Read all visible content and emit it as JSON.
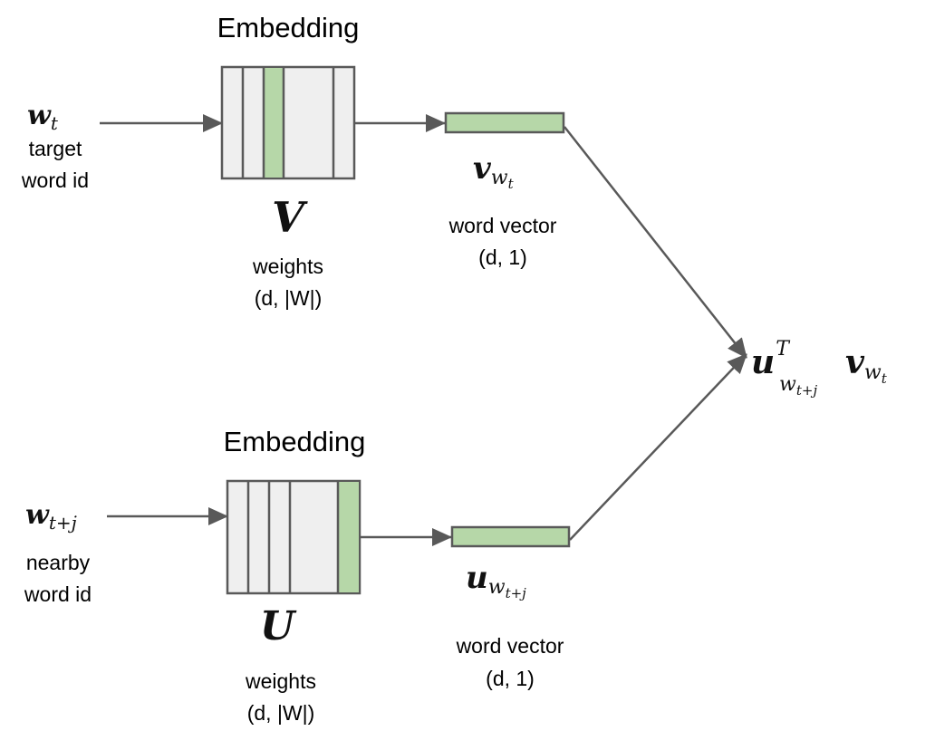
{
  "diagram": {
    "title": "Skip-gram word2vec embedding diagram",
    "colors": {
      "stroke": "#595959",
      "matrix_fill": "#efefef",
      "highlight_fill": "#b6d7a8",
      "text": "#000000"
    },
    "top_branch": {
      "embedding_label": "Embedding",
      "input_symbol": "w",
      "input_subscript": "t",
      "input_caption_line1": "target",
      "input_caption_line2": "word id",
      "matrix_symbol": "V",
      "matrix_caption_line1": "weights",
      "matrix_caption_line2": "(d, |W|)",
      "vector_symbol": "v",
      "vector_subscript_main": "w",
      "vector_subscript_sub": "t",
      "vector_caption_line1": "word vector",
      "vector_caption_line2": "(d, 1)",
      "highlighted_column": 3
    },
    "bottom_branch": {
      "embedding_label": "Embedding",
      "input_symbol": "w",
      "input_subscript": "t+j",
      "input_caption_line1": "nearby",
      "input_caption_line2": "word id",
      "matrix_symbol": "U",
      "matrix_caption_line1": "weights",
      "matrix_caption_line2": "(d, |W|)",
      "vector_symbol": "u",
      "vector_subscript_main": "w",
      "vector_subscript_sub": "t+j",
      "vector_caption_line1": "word vector",
      "vector_caption_line2": "(d, 1)",
      "highlighted_column": 5
    },
    "output": {
      "u_symbol": "u",
      "superscript": "T",
      "u_subscript_main": "w",
      "u_subscript_sub": "t+j",
      "v_symbol": "v",
      "v_subscript_main": "w",
      "v_subscript_sub": "t"
    }
  }
}
